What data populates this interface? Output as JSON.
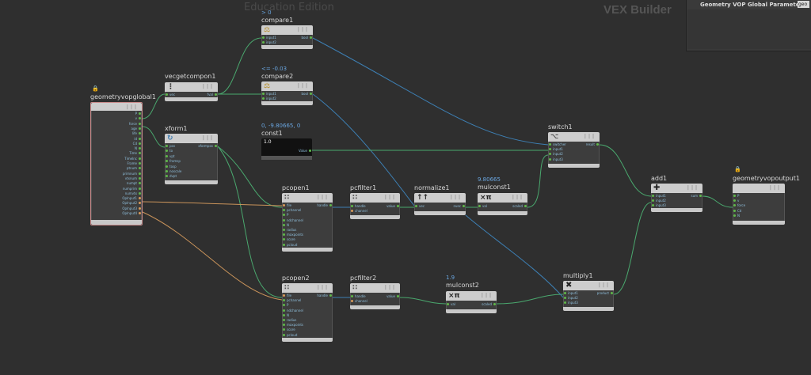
{
  "header": {
    "edition": "Education Edition",
    "builder": "VEX Builder",
    "panel_title": "Geometry VOP Global Parameters",
    "panel_input": "geo"
  },
  "nodes": {
    "geometryvopglobal1": {
      "name": "geometryvopglobal1",
      "outputs": [
        "P",
        "v",
        "force",
        "age",
        "life",
        "id",
        "Cd",
        "N",
        "Time",
        "TimeInc",
        "Frame",
        "ptnum",
        "primnum",
        "vtxnum",
        "numpt",
        "numprim",
        "numvtx",
        "OpInput1",
        "OpInput2",
        "OpInput3",
        "OpInput4"
      ]
    },
    "vecgetcompon1": {
      "name": "vecgetcompon1",
      "inputs": [
        "vec"
      ],
      "outputs": [
        "fval"
      ]
    },
    "compare1": {
      "name": "compare1",
      "extra": "> 0",
      "inputs": [
        "input1",
        "input2"
      ],
      "outputs": [
        "bool"
      ]
    },
    "compare2": {
      "name": "compare2",
      "extra": "<= -0.03",
      "inputs": [
        "input1",
        "input2"
      ],
      "outputs": [
        "bool"
      ]
    },
    "xform1": {
      "name": "xform1",
      "inputs": [
        "pos",
        "to",
        "vpt",
        "fromsp",
        "tosp",
        "noscale",
        "dvpt"
      ],
      "outputs": [
        "xformpos"
      ]
    },
    "const1": {
      "name": "const1",
      "extra": "0, -9.80665, 0",
      "value": "1.0",
      "outputs": [
        "Value"
      ]
    },
    "pcopen1": {
      "name": "pcopen1",
      "inputs": [
        "file",
        "pchannel",
        "P",
        "ndchannel",
        "N",
        "radius",
        "maxpoints",
        "score",
        "pcloud"
      ],
      "outputs": [
        "handle"
      ]
    },
    "pcfilter1": {
      "name": "pcfilter1",
      "inputs": [
        "handle",
        "channel"
      ],
      "outputs": [
        "value"
      ]
    },
    "normalize1": {
      "name": "normalize1",
      "inputs": [
        "vec"
      ],
      "outputs": [
        "nvec"
      ]
    },
    "mulconst1": {
      "name": "mulconst1",
      "extra": "9.80665",
      "inputs": [
        "val"
      ],
      "outputs": [
        "scaled"
      ]
    },
    "switch1": {
      "name": "switch1",
      "inputs": [
        "switcher",
        "input1",
        "input2",
        "input3"
      ],
      "outputs": [
        "result"
      ]
    },
    "add1": {
      "name": "add1",
      "inputs": [
        "input1",
        "input2",
        "input3"
      ],
      "outputs": [
        "sum"
      ]
    },
    "geometryvopoutput1": {
      "name": "geometryvopoutput1",
      "inputs": [
        "P",
        "v",
        "force",
        "Cd",
        "N"
      ]
    },
    "pcopen2": {
      "name": "pcopen2",
      "inputs": [
        "file",
        "pchannel",
        "P",
        "ndchannel",
        "N",
        "radius",
        "maxpoints",
        "score",
        "pcloud"
      ],
      "outputs": [
        "handle"
      ]
    },
    "pcfilter2": {
      "name": "pcfilter2",
      "inputs": [
        "handle",
        "channel"
      ],
      "outputs": [
        "value"
      ]
    },
    "mulconst2": {
      "name": "mulconst2",
      "extra": "1.9",
      "inputs": [
        "val"
      ],
      "outputs": [
        "scaled"
      ]
    },
    "multiply1": {
      "name": "multiply1",
      "inputs": [
        "input1",
        "input2",
        "input3"
      ],
      "outputs": [
        "product"
      ]
    }
  },
  "colors": {
    "background": "#2f2f2f",
    "node_header": "#cdcdcd",
    "wire_green": "#4aa86e",
    "wire_blue": "#3d7fb3",
    "wire_orange": "#c9935a",
    "parameter_text": "#6aa6e0",
    "selected_outline": "#c98a8a"
  },
  "icons": {
    "compare1": "compare-icon",
    "compare2": "compare-icon",
    "vecgetcompon1": "component-icon",
    "xform1": "transform-icon",
    "pcopen1": "pointcloud-open-icon",
    "pcopen2": "pointcloud-open-icon",
    "pcfilter1": "pointcloud-filter-icon",
    "pcfilter2": "pointcloud-filter-icon",
    "normalize1": "normalize-icon",
    "mulconst1": "multiply-constant-icon",
    "mulconst2": "multiply-constant-icon",
    "switch1": "switch-icon",
    "add1": "plus-icon",
    "multiply1": "multiply-x-icon",
    "geometryvopglobal1": "lock-icon",
    "geometryvopoutput1": "lock-icon"
  }
}
